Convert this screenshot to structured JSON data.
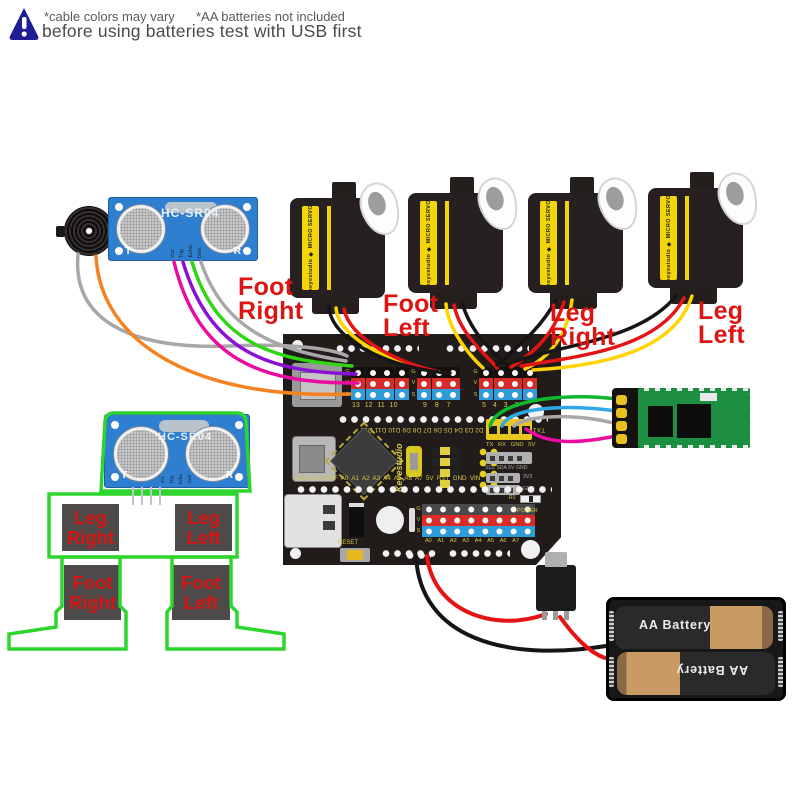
{
  "colors": {
    "board_blue": "#2e7fd0",
    "label_red": "#dc1414",
    "outline_green": "#2ed52e",
    "servo_yellow": "#f2d60a",
    "shield_black": "#211c19",
    "pcb_green": "#1c8f42",
    "battery_tan": "#c99a64",
    "warning_navy": "#1d1d96",
    "wire_black": "#151515",
    "wire_red": "#e41414",
    "wire_yellow": "#ffd400",
    "wire_green": "#30d515",
    "wire_magenta": "#e80ca0",
    "wire_purple": "#8a10d8",
    "wire_orange": "#f58220",
    "wire_gray": "#a8a8a8",
    "wire_blue": "#30a8e8"
  },
  "warning": {
    "note1": "*cable colors may vary",
    "note2": "*AA batteries not included",
    "line2": "before using batteries test with USB first"
  },
  "ultrasonic": {
    "title": "HC-SR04",
    "t": "T",
    "r": "R",
    "pins": [
      "Vcc",
      "Trig",
      "Echo",
      "Gnd"
    ]
  },
  "servo": {
    "brand": "keyestudio",
    "model": "MICRO SERVO"
  },
  "servo_labels": [
    {
      "line1": "Foot",
      "line2": "Right"
    },
    {
      "line1": "Foot",
      "line2": "Left"
    },
    {
      "line1": "Leg",
      "line2": "Right"
    },
    {
      "line1": "Leg",
      "line2": "Left"
    }
  ],
  "shield": {
    "brand": "Keyestudio",
    "group1": "13 12 11 10",
    "group2": "9 8 7",
    "group3": "5 4 3 2",
    "g": "G",
    "v": "V",
    "s": "S",
    "upper_row": "TX1 RXD RST GND D2 D3 D4 D5 D6 D7 D8 D9 D10 D11 D12",
    "lower_row": "D13 3V3 REF A0 A1 A2 A3 A4 A5 A6 A7 5V RST GND VIN",
    "uart": "TX RX GND 5V",
    "i2c": "SCL SDA 5V GND",
    "aux_3v3": "3V3",
    "aux_gnd": "GND",
    "analog": "A0 A1 A2 A3 A4 A5 A6 A7",
    "reset": "RESET",
    "power": "POWER",
    "r1": "R1"
  },
  "robot": {
    "parts": [
      {
        "line1": "Leg",
        "line2": "Right"
      },
      {
        "line1": "Leg",
        "line2": "Left"
      },
      {
        "line1": "Foot",
        "line2": "Right"
      },
      {
        "line1": "Foot",
        "line2": "Left"
      }
    ]
  },
  "battery": {
    "label_top": "AA Battery",
    "label_bottom": "AA Battery"
  }
}
